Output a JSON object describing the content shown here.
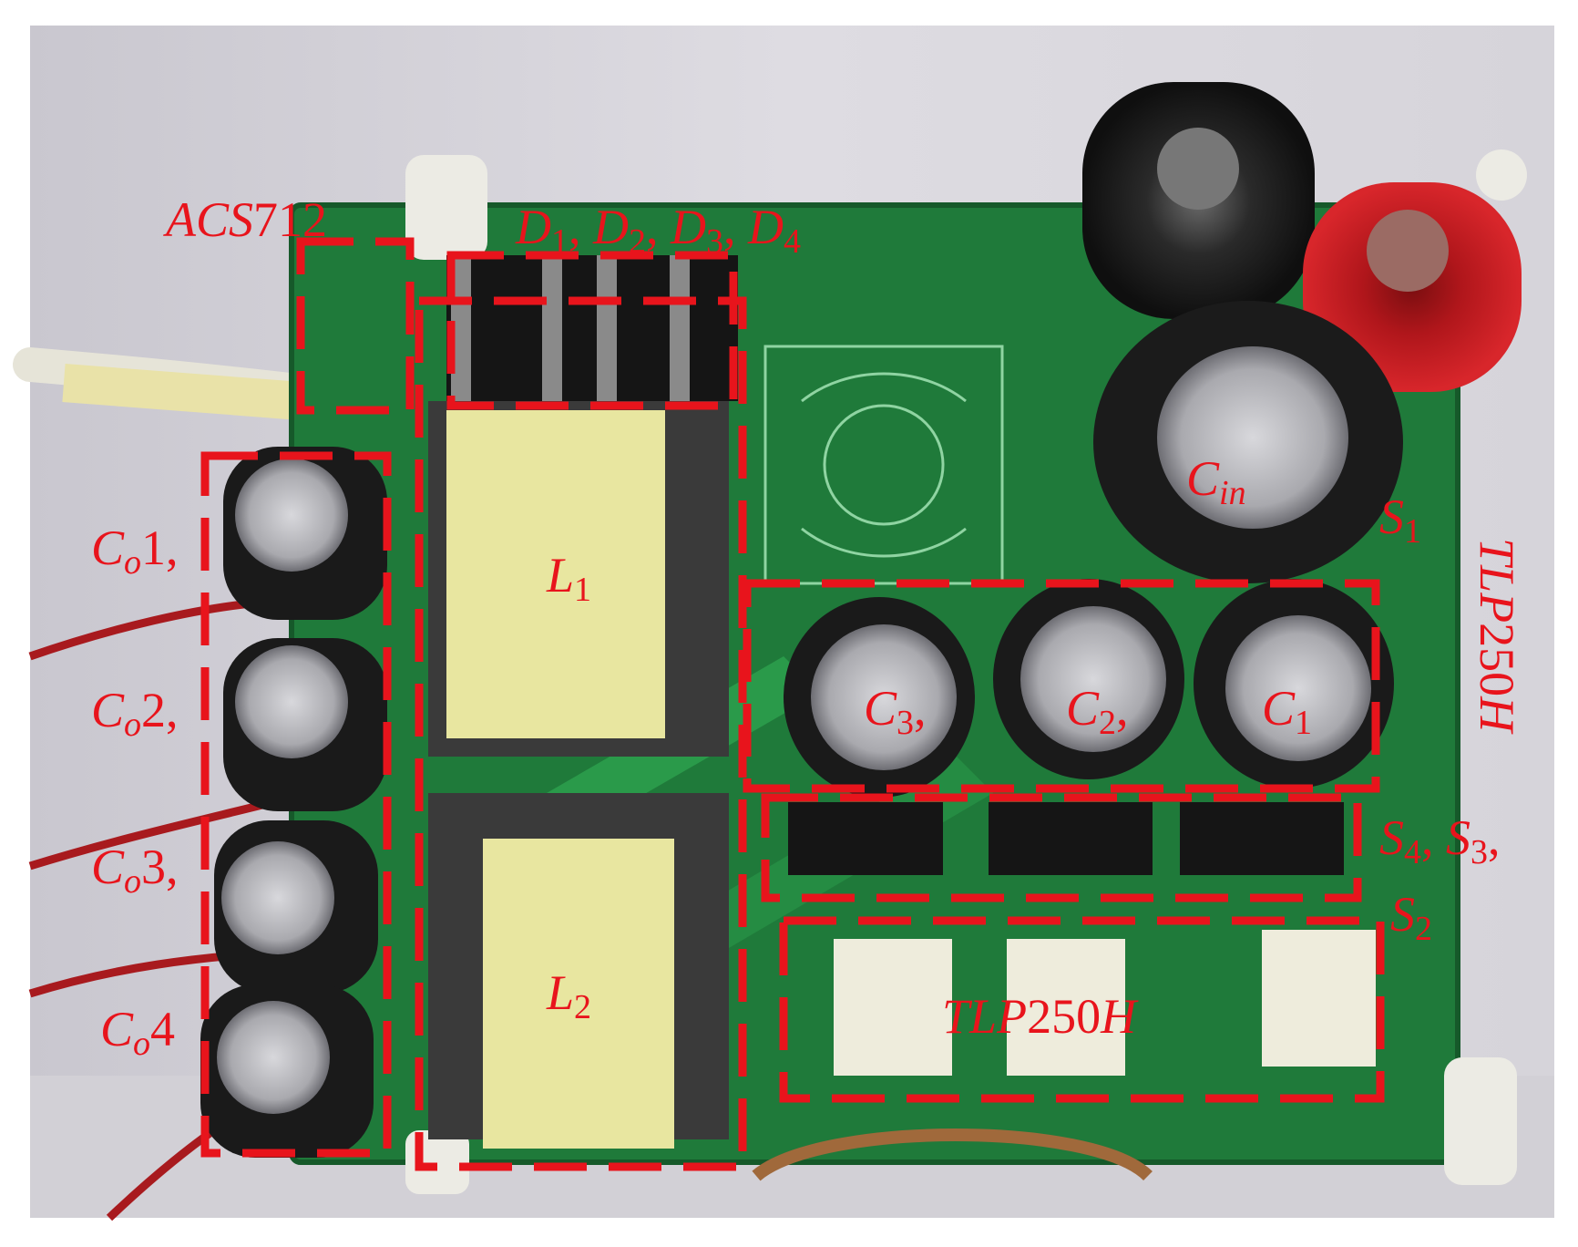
{
  "colors": {
    "annotation": "#e8141c",
    "pcb": "#1f7a3a",
    "inductor_tape": "#e8e6a0",
    "terminal_red": "#c8141a",
    "terminal_black": "#141414",
    "background": "#ffffff"
  },
  "labels": {
    "acs712": {
      "main": "ACS",
      "num": "712"
    },
    "diodes": {
      "d": "D",
      "s1": "1",
      "s2": "2",
      "s3": "3",
      "s4": "4",
      "sep": ", "
    },
    "co1": {
      "main": "C",
      "sub": "o",
      "num": "1",
      "suffix": ","
    },
    "co2": {
      "main": "C",
      "sub": "o",
      "num": "2",
      "suffix": ","
    },
    "co3": {
      "main": "C",
      "sub": "o",
      "num": "3",
      "suffix": ","
    },
    "co4": {
      "main": "C",
      "sub": "o",
      "num": "4"
    },
    "l1": {
      "main": "L",
      "sub": "1"
    },
    "l2": {
      "main": "L",
      "sub": "2"
    },
    "cin": {
      "main": "C",
      "sub": "in"
    },
    "s1": {
      "main": "S",
      "sub": "1"
    },
    "c3": {
      "main": "C",
      "sub": "3",
      "suffix": ","
    },
    "c2": {
      "main": "C",
      "sub": "2",
      "suffix": ","
    },
    "c1": {
      "main": "C",
      "sub": "1"
    },
    "tlp_vertical": {
      "main": "TLP",
      "num": "250",
      "tail": "H"
    },
    "s4s3": {
      "a": "S",
      "a_sub": "4",
      "sep": ", ",
      "b": "S",
      "b_sub": "3",
      "suffix": ","
    },
    "s2": {
      "main": "S",
      "sub": "2"
    },
    "tlp_bottom": {
      "main": "TLP",
      "num": "250",
      "tail": "H"
    }
  }
}
